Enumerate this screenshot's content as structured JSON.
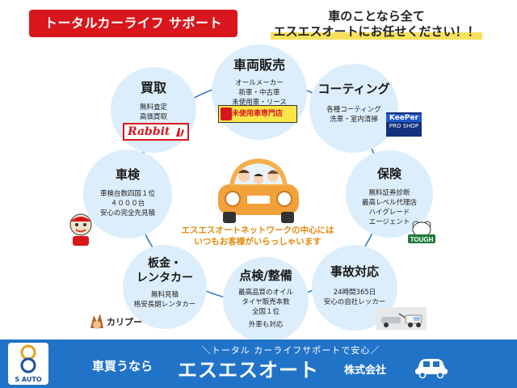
{
  "header": {
    "badge": "トータルカーライフ サポート",
    "tagline_line1": "車のことなら全て",
    "tagline_line2": "エスエスオートにお任せください！！"
  },
  "services": {
    "sales": {
      "title": "車両販売",
      "lines": [
        "オールメーカー",
        "新車・中古車",
        "未使用車・リース"
      ]
    },
    "buy": {
      "title": "買取",
      "lines": [
        "無料査定",
        "高価買取"
      ]
    },
    "coating": {
      "title": "コーティング",
      "lines": [
        "各種コーティング",
        "洗車・室内清掃"
      ]
    },
    "shaken": {
      "title": "車検",
      "lines": [
        "車検台数四国１位",
        "４０００台",
        "安心の完全先見積"
      ]
    },
    "insurance": {
      "title": "保険",
      "lines": [
        "無料証券診断",
        "最高レベル代理店",
        "ハイグレード",
        "エージェント"
      ]
    },
    "sheet": {
      "title_line1": "板金・",
      "title_line2": "レンタカー",
      "lines": [
        "無料見積",
        "格安長期レンタカー"
      ]
    },
    "check": {
      "title": "点検/整備",
      "lines": [
        "最高品質のオイル",
        "タイヤ販売本数",
        "全国１位"
      ],
      "extra": "外車も対応"
    },
    "accident": {
      "title": "事故対応",
      "lines": [
        "24時間365日",
        "安心の自社レッカー"
      ]
    }
  },
  "center_message": {
    "line1": "エスエスオートネットワークの中心には",
    "line2": "いつもお客様がいらっしゃいます"
  },
  "logos": {
    "rabbit": "Rabbit",
    "unused_car": "未使用車専門店",
    "keeper_top": "KeePer",
    "keeper_sub": "PRO SHOP",
    "tough": "TOUGH",
    "calypso": "カリプー"
  },
  "footer": {
    "logo_text": "S AUTO",
    "subtitle": "＼トータル カーライフサポートで安心／",
    "lead": "車買うなら",
    "company": "エスエスオート",
    "corp": "株式会社"
  },
  "colors": {
    "header_red": "#d8171d",
    "circle_fill": "#dceefb",
    "ring_stroke": "#2a6fc0",
    "footer_blue": "#2173c8",
    "center_text": "#e58a0a",
    "highlight_yellow": "#f7e15c"
  }
}
